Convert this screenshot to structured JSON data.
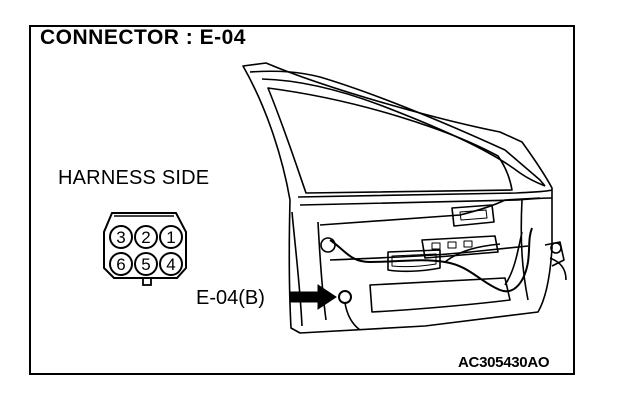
{
  "title": "CONNECTOR : E-04",
  "harness_side_label": "HARNESS SIDE",
  "connector": {
    "top_row_pins": [
      "3",
      "2",
      "1"
    ],
    "bottom_row_pins": [
      "6",
      "5",
      "4"
    ]
  },
  "callout_label": "E-04(B)",
  "figure_code": "AC305430AO",
  "icons": {
    "arrow": "arrow-right-icon",
    "door": "car-front-door-drawing"
  }
}
